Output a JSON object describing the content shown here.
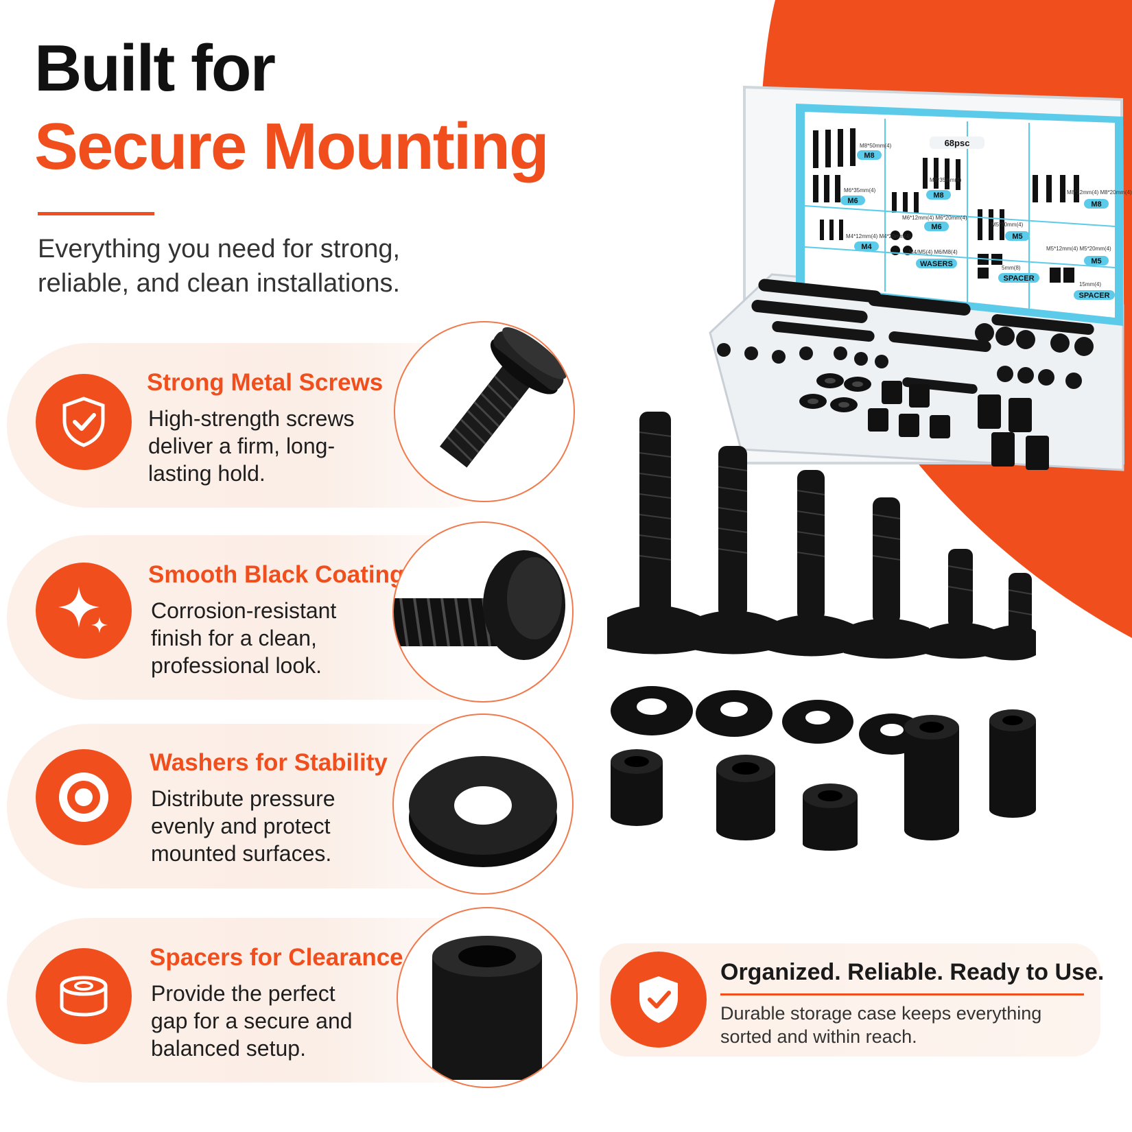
{
  "headline": {
    "line1": "Built for",
    "line2": "Secure Mounting"
  },
  "subhead": "Everything you need for strong, reliable, and clean installations.",
  "features": [
    {
      "title": "Strong Metal Screws",
      "desc": "High-strength screws deliver a firm, long-lasting hold.",
      "icon": "shield-check-icon"
    },
    {
      "title": "Smooth Black Coating",
      "desc": "Corrosion-resistant finish for a clean, professional look.",
      "icon": "sparkle-icon"
    },
    {
      "title": "Washers for Stability",
      "desc": "Distribute pressure evenly and protect mounted surfaces.",
      "icon": "target-washer-icon"
    },
    {
      "title": "Spacers for Clearance",
      "desc": "Provide the perfect gap for a secure and balanced setup.",
      "icon": "spacer-cylinder-icon"
    }
  ],
  "case": {
    "count": "68psc",
    "labels": [
      "M8",
      "M8",
      "M8",
      "M6",
      "M6",
      "M5",
      "M5",
      "M4",
      "WASERS",
      "SPACER",
      "SPACER"
    ],
    "specs": {
      "m8_50": "M8*50mm(4)",
      "m8_35": "M8*35mm(4)",
      "m8_12_20": "M8*12mm(4) M8*20mm(4)",
      "m6_35": "M6*35mm(4)",
      "m6_12_20": "M6*12mm(4) M6*20mm(4)",
      "m5_30": "M5*30mm(4)",
      "m5_12_20": "M5*12mm(4) M5*20mm(4)",
      "m4_12_20": "M4*12mm(4) M4*20mm(4)",
      "washers": "M4/M5(4) M6/M8(4)",
      "spacer5": "5mm(8)",
      "spacer15": "15mm(4)"
    }
  },
  "organized": {
    "title": "Organized. Reliable. Ready to Use.",
    "desc": "Durable storage case keeps everything sorted and within reach.",
    "icon": "shield-check-icon"
  },
  "colors": {
    "accent": "#f04e1c",
    "text": "#111111",
    "card": "#fdf0e8"
  }
}
